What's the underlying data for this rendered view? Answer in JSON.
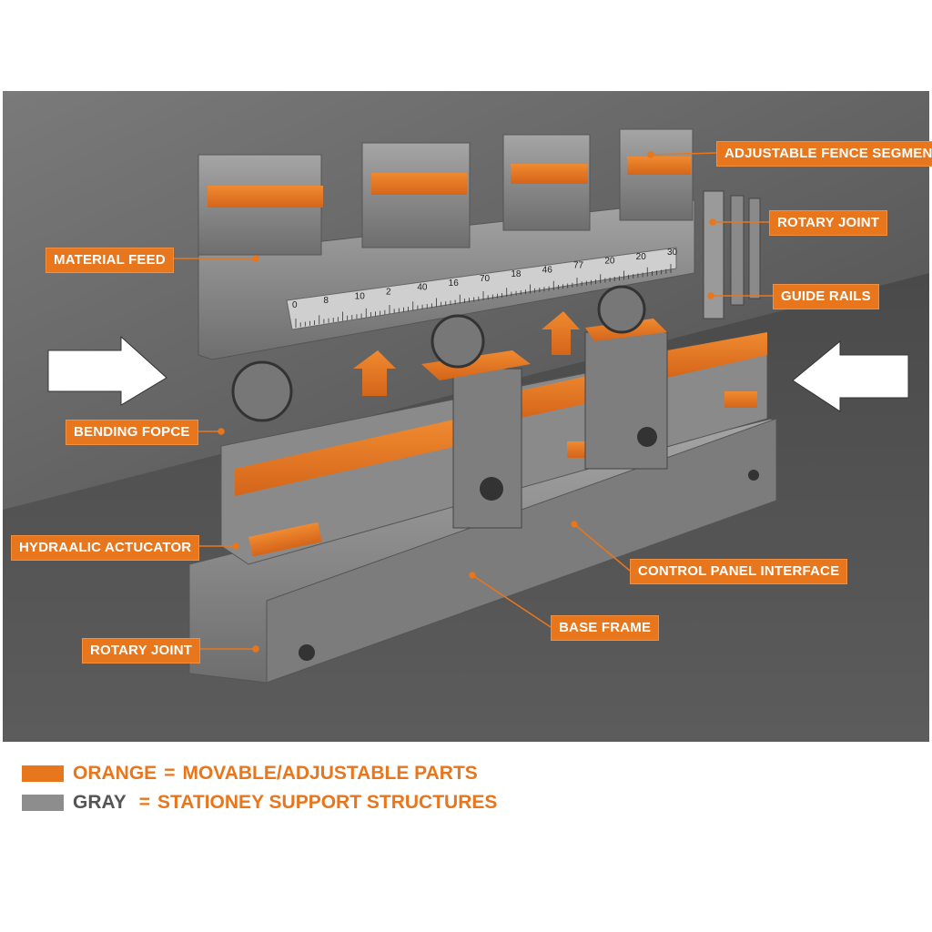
{
  "colors": {
    "orange": "#e8761c",
    "gray": "#8d8d8d",
    "background": "#5a5a5a"
  },
  "ruler": {
    "labels": [
      "0",
      "8",
      "10",
      "2",
      "40",
      "16",
      "70",
      "18",
      "46",
      "77",
      "20",
      "20",
      "30"
    ]
  },
  "callouts": [
    {
      "id": "adjustable-fence-segments",
      "text": "ADJUSTABLE FENCE SEGMENS"
    },
    {
      "id": "rotary-joint-top",
      "text": "ROTARY JOINT"
    },
    {
      "id": "guide-rails",
      "text": "GUIDE RAILS"
    },
    {
      "id": "material-feed",
      "text": "MATERIAL FEED"
    },
    {
      "id": "bending-force",
      "text": "BENDING FOPCE"
    },
    {
      "id": "hydraulic-actuator",
      "text": "HYDRAALIC ACTUCATOR"
    },
    {
      "id": "control-panel-interface",
      "text": "CONTROL PANEL INTERFACE"
    },
    {
      "id": "base-frame",
      "text": "BASE FRAME"
    },
    {
      "id": "rotary-joint-bottom",
      "text": "ROTARY JOINT"
    }
  ],
  "legend": [
    {
      "key": "ORANGE",
      "sep": "=",
      "text": "MOVABLE/ADJUSTABLE PARTS",
      "color": "#e8761c",
      "key_color": "#e8761c"
    },
    {
      "key": "GRAY",
      "sep": "=",
      "text": "STATIONEY SUPPORT STRUCTURES",
      "color": "#8d8d8d",
      "key_color": "#555555"
    }
  ]
}
